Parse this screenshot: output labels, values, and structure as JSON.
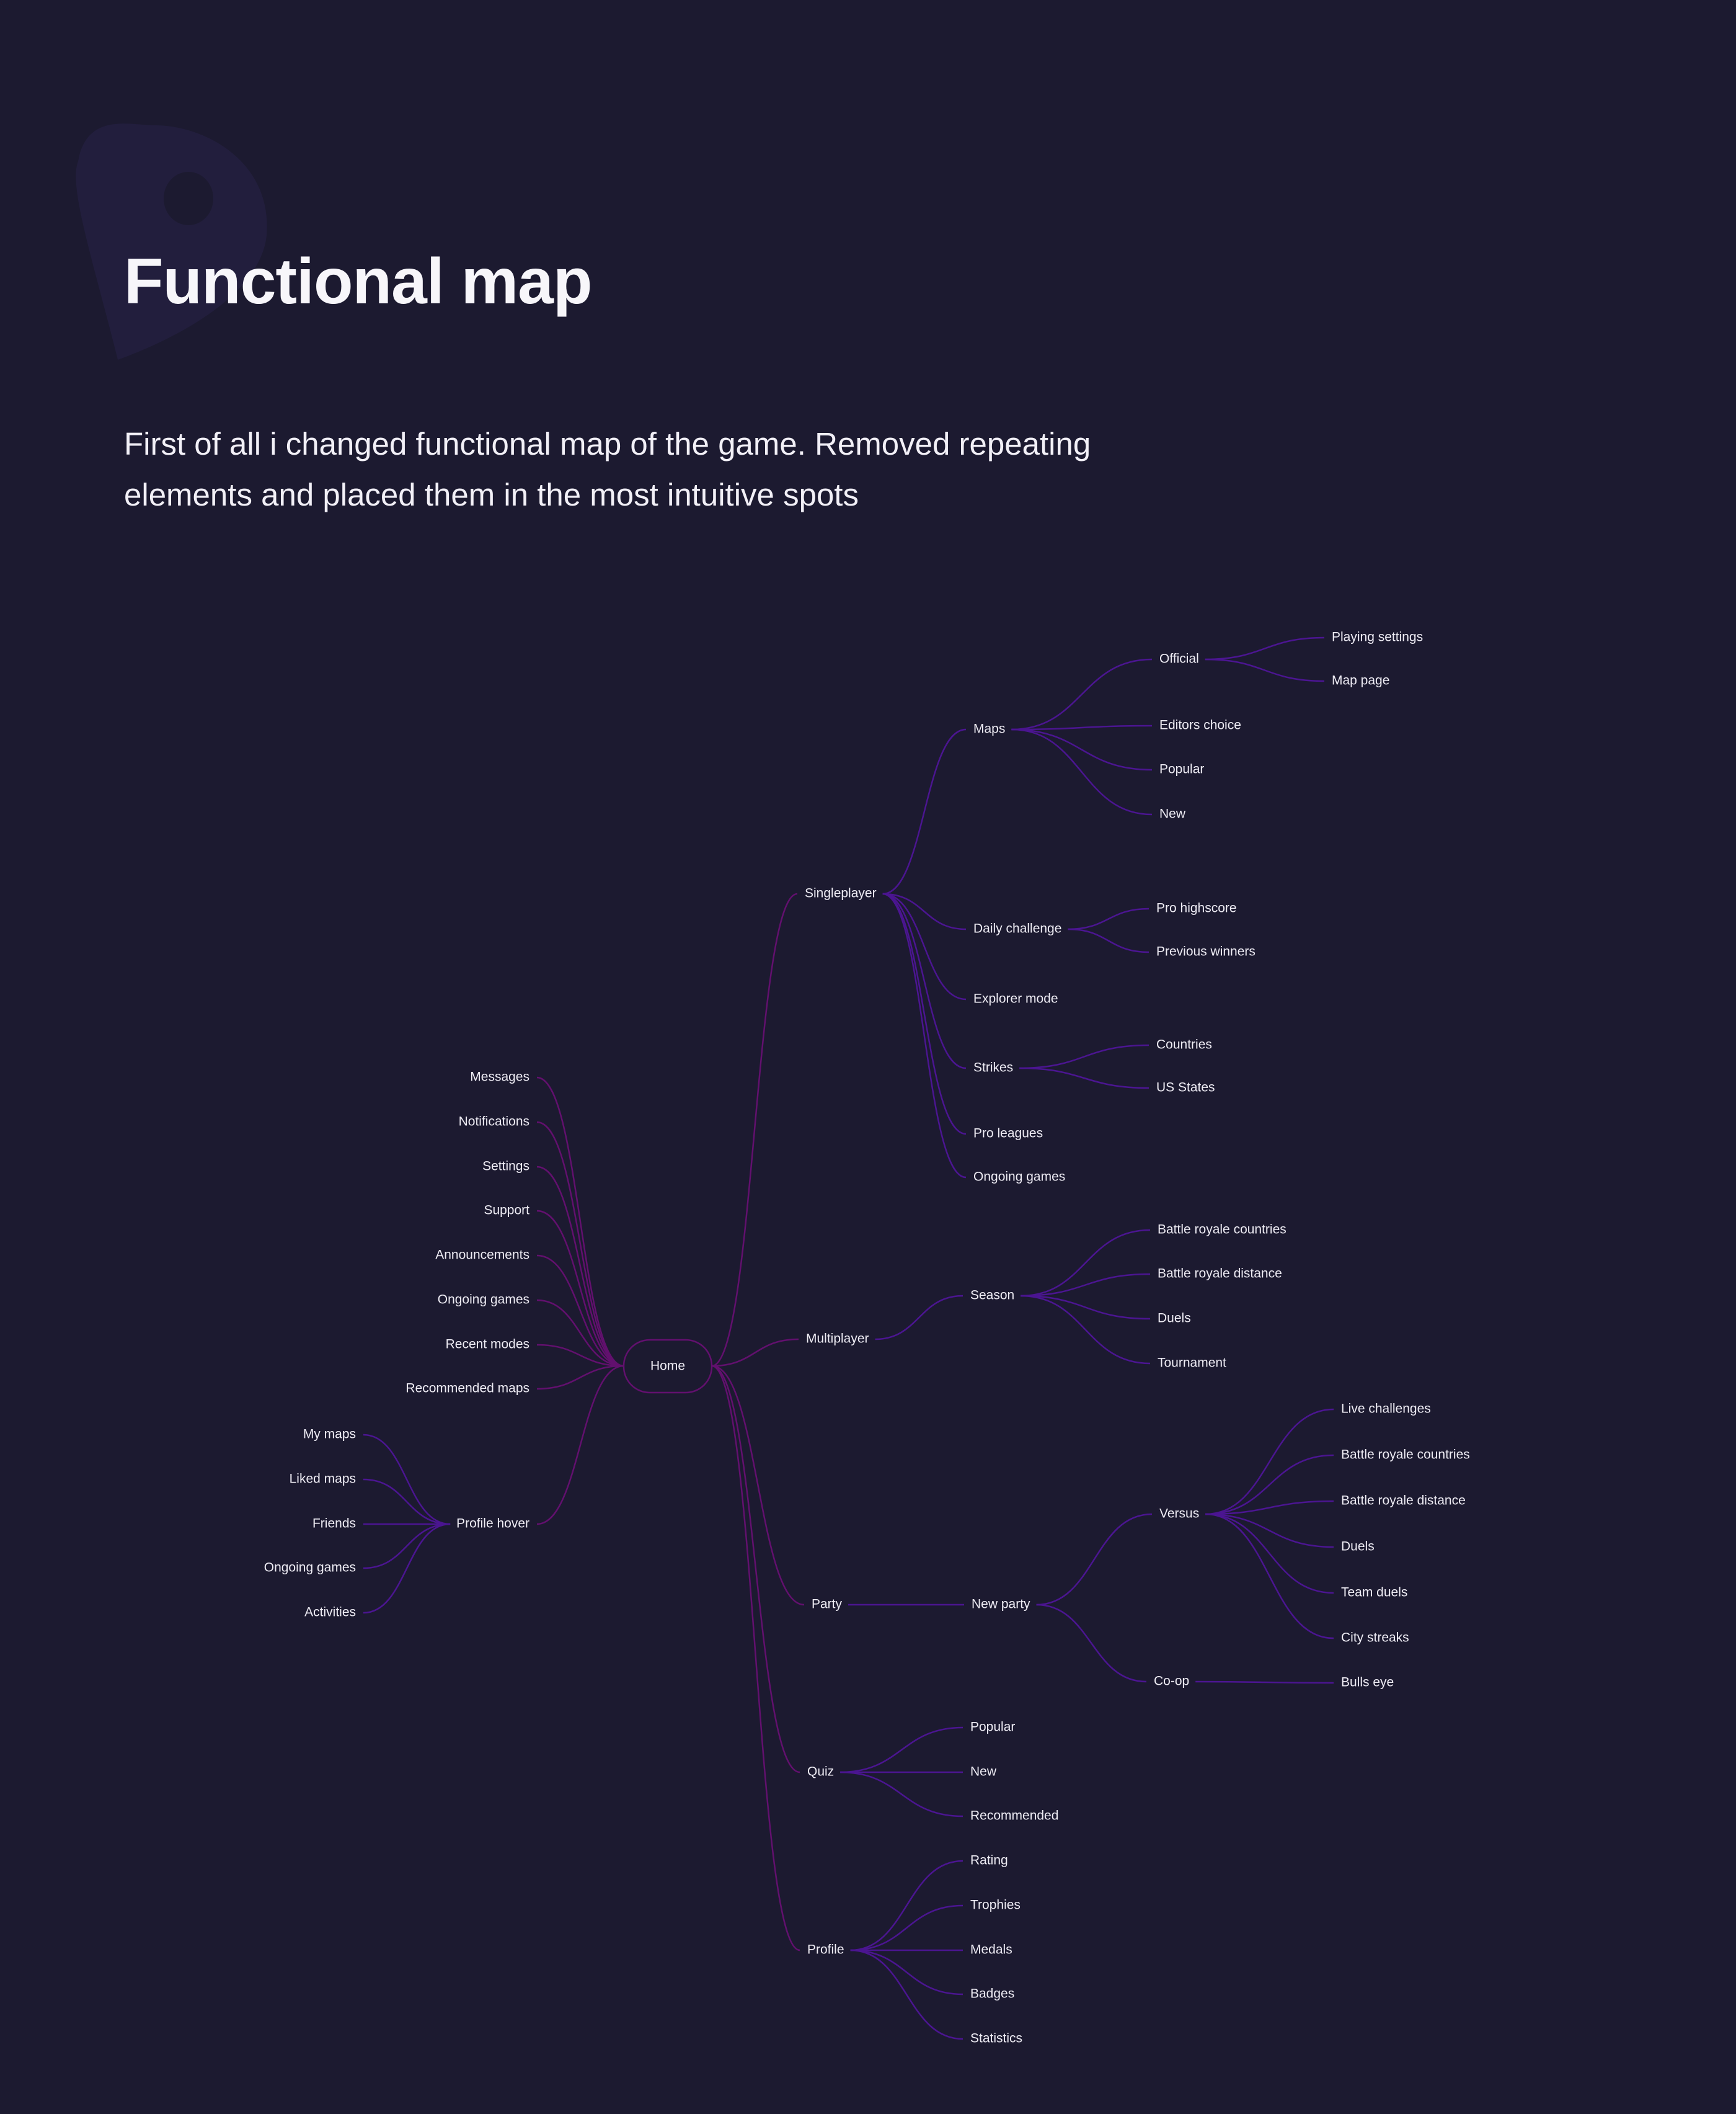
{
  "header": {
    "title": "Functional map",
    "description": "First of all i changed functional map of the game. Removed repeating elements and placed them in the most intuitive spots"
  },
  "colors": {
    "background": "#1c1a30",
    "edge": "#4b1591",
    "home_edge": "#62106e",
    "text": "#eeecf4"
  },
  "map": {
    "root": {
      "label": "Home"
    },
    "left": [
      {
        "label": "Messages"
      },
      {
        "label": "Notifications"
      },
      {
        "label": "Settings"
      },
      {
        "label": "Support"
      },
      {
        "label": "Announcements"
      },
      {
        "label": "Ongoing games"
      },
      {
        "label": "Recent modes"
      },
      {
        "label": "Recommended maps"
      },
      {
        "label": "Profile hover",
        "children": [
          {
            "label": "My maps"
          },
          {
            "label": "Liked maps"
          },
          {
            "label": "Friends"
          },
          {
            "label": "Ongoing games"
          },
          {
            "label": "Activities"
          }
        ]
      }
    ],
    "right": [
      {
        "label": "Singleplayer",
        "children": [
          {
            "label": "Maps",
            "children": [
              {
                "label": "Official",
                "children": [
                  {
                    "label": "Playing settings"
                  },
                  {
                    "label": "Map page"
                  }
                ]
              },
              {
                "label": "Editors choice"
              },
              {
                "label": "Popular"
              },
              {
                "label": "New"
              }
            ]
          },
          {
            "label": "Daily challenge",
            "children": [
              {
                "label": "Pro highscore"
              },
              {
                "label": "Previous winners"
              }
            ]
          },
          {
            "label": "Explorer mode"
          },
          {
            "label": "Strikes",
            "children": [
              {
                "label": "Countries"
              },
              {
                "label": "US States"
              }
            ]
          },
          {
            "label": "Pro leagues"
          },
          {
            "label": "Ongoing games"
          }
        ]
      },
      {
        "label": "Multiplayer",
        "children": [
          {
            "label": "Season",
            "children": [
              {
                "label": "Battle royale countries"
              },
              {
                "label": "Battle royale distance"
              },
              {
                "label": "Duels"
              },
              {
                "label": "Tournament"
              }
            ]
          }
        ]
      },
      {
        "label": "Party",
        "children": [
          {
            "label": "New party",
            "children": [
              {
                "label": "Versus",
                "children": [
                  {
                    "label": "Live challenges"
                  },
                  {
                    "label": "Battle royale countries"
                  },
                  {
                    "label": "Battle royale distance"
                  },
                  {
                    "label": "Duels"
                  },
                  {
                    "label": "Team duels"
                  },
                  {
                    "label": "City streaks"
                  }
                ]
              },
              {
                "label": "Co-op",
                "children": [
                  {
                    "label": "Bulls eye"
                  }
                ]
              }
            ]
          }
        ]
      },
      {
        "label": "Quiz",
        "children": [
          {
            "label": "Popular"
          },
          {
            "label": "New"
          },
          {
            "label": "Recommended"
          }
        ]
      },
      {
        "label": "Profile",
        "children": [
          {
            "label": "Rating"
          },
          {
            "label": "Trophies"
          },
          {
            "label": "Medals"
          },
          {
            "label": "Badges"
          },
          {
            "label": "Statistics"
          }
        ]
      }
    ]
  }
}
